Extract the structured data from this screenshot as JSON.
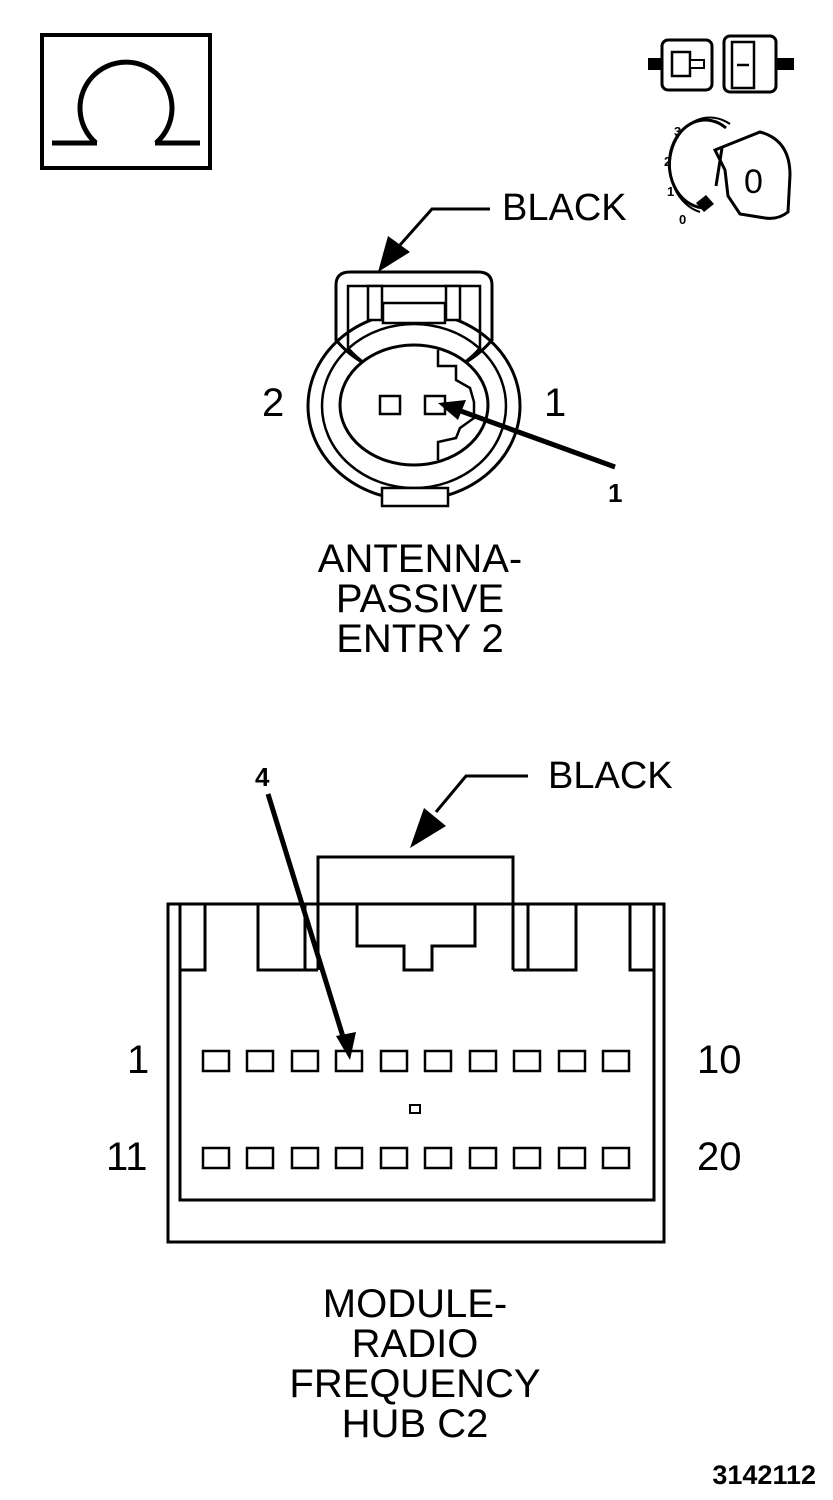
{
  "top_connector": {
    "color_label": "BLACK",
    "pin_left": "2",
    "pin_right": "1",
    "callout": "1",
    "title_lines": [
      "ANTENNA-",
      "PASSIVE",
      "ENTRY 2"
    ]
  },
  "bottom_connector": {
    "color_label": "BLACK",
    "callout": "4",
    "row1_left": "1",
    "row1_right": "10",
    "row2_left": "11",
    "row2_right": "20",
    "title_lines": [
      "MODULE-",
      "RADIO",
      "FREQUENCY",
      "HUB C2"
    ]
  },
  "ignition_icon": {
    "positions": [
      "3",
      "2",
      "1",
      "0"
    ],
    "key_label": "0"
  },
  "meter_icon": {
    "symbol": "ohm-symbol"
  },
  "figure_id": "3142112"
}
